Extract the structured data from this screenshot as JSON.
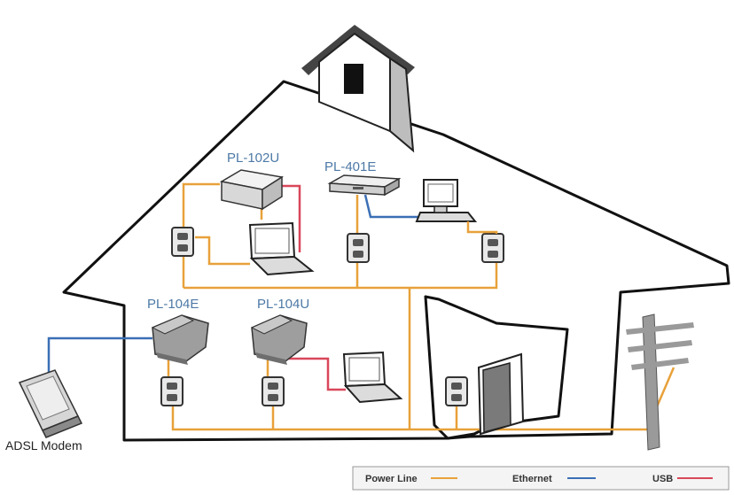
{
  "devices": {
    "pl102u": "PL-102U",
    "pl401e": "PL-401E",
    "pl104e": "PL-104E",
    "pl104u": "PL-104U",
    "adsl": "ADSL Modem"
  },
  "legend": {
    "power_line": "Power Line",
    "ethernet": "Ethernet",
    "usb": "USB"
  },
  "colors": {
    "power_line": "#e8a13a",
    "ethernet": "#3a6fb5",
    "usb": "#d9475a"
  }
}
